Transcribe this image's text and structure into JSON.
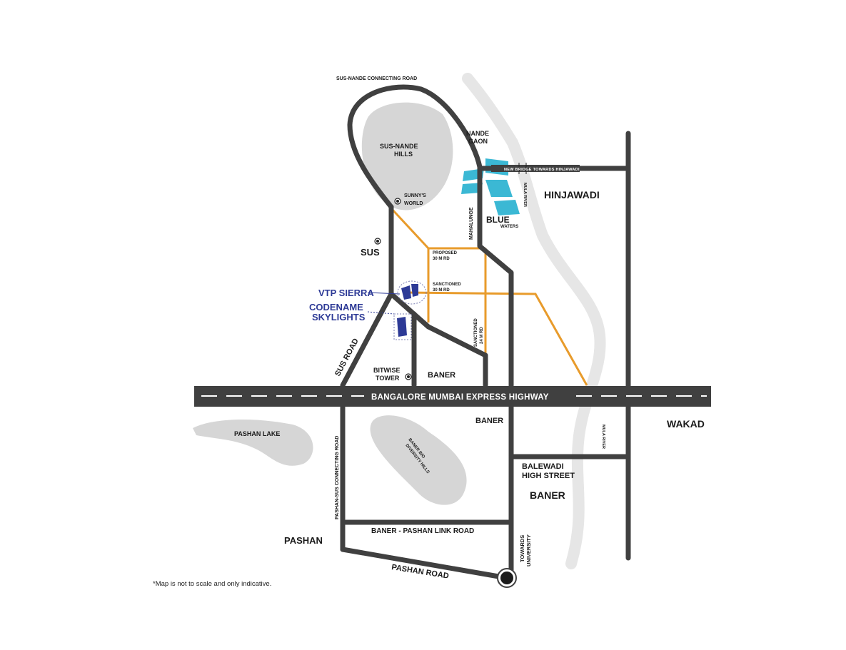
{
  "map": {
    "colors": {
      "road": "#404040",
      "proposed_road": "#e89b2b",
      "hills": "#d6d6d6",
      "river": "#e6e6e6",
      "project": "#2d3a96",
      "blue_waters": "#3bb8d4",
      "highway_stripes": "#ffffff"
    },
    "labels": {
      "sus_nande_connecting_road": "SUS-NANDE CONNECTING ROAD",
      "sus_nande_hills_1": "SUS-NANDE",
      "sus_nande_hills_2": "HILLS",
      "nande_gaon_1": "NANDE",
      "nande_gaon_2": "GAON",
      "new_bridge": "NEW BRIDGE TOWARDS HINJAWADI",
      "mula_river_top": "MULA RIVER",
      "hinjawadi": "HINJAWADI",
      "sunnys_world_1": "SUNNY'S",
      "sunnys_world_2": "WORLD",
      "mahalunge": "MAHALUNGE",
      "blue_waters_1": "BLUE",
      "blue_waters_2": "WATERS",
      "sus": "SUS",
      "proposed_1": "PROPOSED",
      "proposed_2": "30 M RD",
      "sanctioned30_1": "SANCTIONED",
      "sanctioned30_2": "30 M RD",
      "vtp_sierra": "VTP SIERRA",
      "codename_1": "CODENAME",
      "codename_2": "SKYLIGHTS",
      "sanctioned24_1": "SANCTIONED",
      "sanctioned24_2": "24 M RD",
      "sus_road": "SUS ROAD",
      "bitwise_1": "BITWISE",
      "bitwise_2": "TOWER",
      "baner_upper": "BANER",
      "highway": "BANGALORE MUMBAI EXPRESS HIGHWAY",
      "pashan_lake": "PASHAN LAKE",
      "pashan_sus_road": "PASHAN-SUS CONNECTING ROAD",
      "baner_bio_1": "BANER BIO",
      "baner_bio_2": "DIVERSITY HILLS",
      "baner_mid": "BANER",
      "mula_river_bottom": "MULA RIVER",
      "wakad": "WAKAD",
      "balewadi_1": "BALEWADI",
      "balewadi_2": "HIGH STREET",
      "baner_lower": "BANER",
      "baner_pashan_link": "BANER - PASHAN LINK ROAD",
      "pashan": "PASHAN",
      "towards_university_1": "TOWARDS",
      "towards_university_2": "UNIVERSITY",
      "pashan_road": "PASHAN ROAD"
    },
    "disclaimer": "*Map is not to scale and only indicative."
  }
}
